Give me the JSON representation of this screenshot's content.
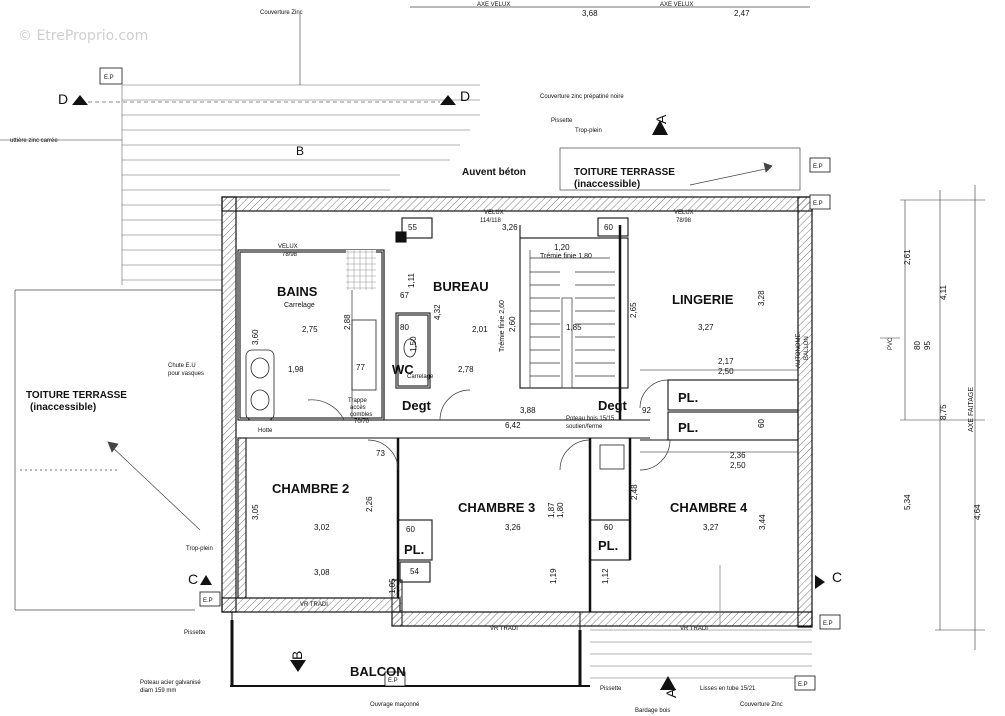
{
  "watermark": "© EtreProprio.com",
  "rooms": {
    "bains": "BAINS",
    "bains_sub": "Carrelage",
    "bureau": "BUREAU",
    "lingerie": "LINGERIE",
    "chambre2": "CHAMBRE 2",
    "chambre3": "CHAMBRE 3",
    "chambre4": "CHAMBRE 4",
    "wc": "WC",
    "wc_sub": "Carrelage",
    "degt1": "Degt",
    "degt2": "Degt",
    "pl1": "PL.",
    "pl2": "PL.",
    "pl3": "PL.",
    "pl4": "PL.",
    "balcon": "BALCON",
    "auvent": "Auvent béton",
    "toit_left": "TOITURE TERRASSE",
    "toit_left_sub": "(inaccessible)",
    "toit_right": "TOITURE TERRASSE",
    "toit_right_sub": "(inaccessible)"
  },
  "notes": {
    "couverture_zinc_top": "Couverture Zinc",
    "couverture_zinc_bottom": "Couverture Zinc",
    "couverture_nervee": "Couverture zinc prépatiné noire",
    "axe_velux_1": "AXE VELUX",
    "axe_velux_2": "AXE VELUX",
    "gouttiere": "uttière zinc carrée",
    "pissette_top": "Pissette",
    "trop_plein_top": "Trop-plein",
    "trop_plein_left": "Trop-plein",
    "pissette_left": "Pissette",
    "pissette_bottom": "Pissette",
    "chute_eu": "Chute E.U",
    "chute_eu_sub": "pour vasques",
    "poteau_acier": "Poteau acier galvanisé",
    "poteau_acier_sub": "diam 159 mm",
    "ouvrage_maconne": "Ouvrage maçonné",
    "bardage_bois": "Bardage bois",
    "lisses_inox": "Lisses en tube 15/21",
    "poteau_bois": "Poteau bois 15/15",
    "poteau_bois_sub": "soutien/ferme",
    "tremie_1": "Trémie finie 2,60",
    "tremie_2": "Trémie finie 1,80",
    "trappe": "Trappe",
    "trappe_sub1": "accès",
    "trappe_sub2": "combles",
    "trappe_sub3": "70/70",
    "velux_1": "VELUX",
    "velux_1_size": "78/98",
    "velux_2": "VELUX",
    "velux_2_size": "114/118",
    "velux_3": "VELUX",
    "velux_3_size": "78/98",
    "ep": "E.P",
    "hotte": "Hotte",
    "vr_tradi": "VR TRADI",
    "axe_faitage": "AXE FAITAGE",
    "pvc": "PVC",
    "ballon": "BALLON",
    "autonome": "AUTONOME"
  },
  "sections": {
    "a": "A",
    "b": "B",
    "c": "C",
    "d": "D"
  },
  "dims": {
    "top_368": "3,68",
    "top_247": "2,47",
    "d_275": "2,75",
    "d_198": "1,98",
    "d_201": "2,01",
    "d_327a": "3,27",
    "d_217": "2,17",
    "d_250a": "2,50",
    "d_388": "3,88",
    "d_642": "6,42",
    "d_236": "2,36",
    "d_250b": "2,50",
    "d_302": "3,02",
    "d_308": "3,08",
    "d_326a": "3,26",
    "d_326b": "3,26",
    "d_327b": "3,27",
    "d_120": "1,20",
    "d_185": "1,85",
    "d_360": "3,60",
    "d_288": "2,88",
    "d_432": "4,32",
    "d_260": "2,60",
    "d_265": "2,65",
    "d_328": "3,28",
    "d_111": "1,11",
    "d_150": "1,50",
    "d_305": "3,05",
    "d_226": "2,26",
    "d_180": "1,80",
    "d_187": "1,87",
    "d_248": "2,48",
    "d_344": "3,44",
    "d_119": "1,19",
    "d_112": "1,12",
    "d_105": "1,05",
    "d_55": "55",
    "d_60a": "60",
    "d_60b": "60",
    "d_60c": "60",
    "d_60d": "60",
    "d_80": "80",
    "d_77": "77",
    "d_73": "73",
    "d_54": "54",
    "d_67": "67",
    "d_92": "92",
    "d_278": "2,78",
    "r_261": "2,61",
    "r_411": "4,11",
    "r_875": "8,75",
    "r_534": "5,34",
    "r_464": "4,64",
    "r_80": "80",
    "r_95": "95"
  },
  "colors": {
    "ink": "#111111",
    "hatch": "#555555",
    "watermark": "#cfcfcf"
  }
}
